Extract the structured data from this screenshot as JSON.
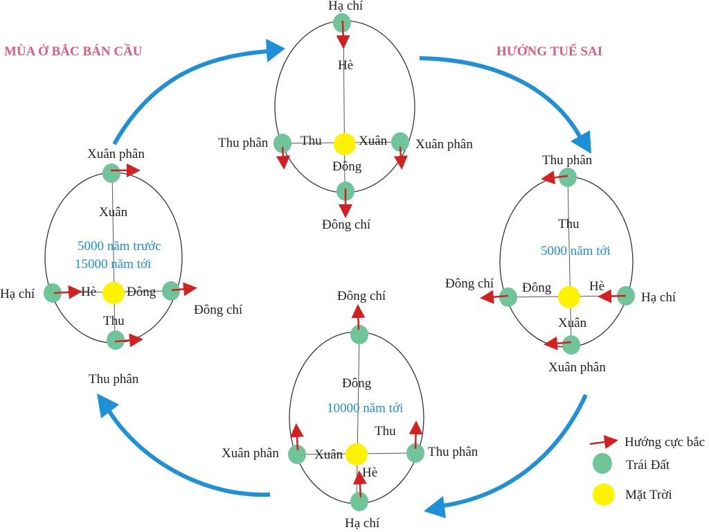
{
  "titles": {
    "seasons": "MÙA Ở BẮC BÁN CẦU",
    "precession": "HƯỚNG TUẾ SAI"
  },
  "colors": {
    "earth": "#6fc49a",
    "sun": "#fff200",
    "pole_arrow": "#d42020",
    "cycle_arrow": "#1e90d8",
    "title": "#e05a7a",
    "note": "#1e8fd6"
  },
  "orbits": {
    "top": {
      "labels": {
        "up": "Hạ chí",
        "down": "Đông chí",
        "left": "Thu phân",
        "right": "Xuân phân"
      },
      "seasons": {
        "a": "Hè",
        "b": "Thu",
        "c": "Xuân",
        "d": "Đông"
      }
    },
    "left": {
      "labels": {
        "up": "Xuân phân",
        "down": "Thu phân",
        "left": "Hạ chí",
        "right": "Đông chí"
      },
      "seasons": {
        "a": "Xuân",
        "b": "Hè",
        "c": "Đông",
        "d": "Thu"
      },
      "note1": "5000 năm trước",
      "note2": "15000 năm tới"
    },
    "right": {
      "labels": {
        "up": "Thu phân",
        "down": "Xuân phân",
        "left": "Đông chí",
        "right": "Hạ chí"
      },
      "seasons": {
        "a": "Thu",
        "b": "Đông",
        "c": "Hè",
        "d": "Xuân"
      },
      "note1": "5000 năm tới"
    },
    "bottom": {
      "labels": {
        "up": "Đông chí",
        "down": "Hạ chí",
        "left": "Xuân phân",
        "right": "Thu phân"
      },
      "seasons": {
        "a": "Đông",
        "b": "Thu",
        "c": "Xuân",
        "d": "Hè"
      },
      "note1": "10000 năm tới"
    }
  },
  "legend": {
    "pole": "Hướng cực bắc",
    "earth": "Trái Đất",
    "sun": "Mặt Trời"
  }
}
